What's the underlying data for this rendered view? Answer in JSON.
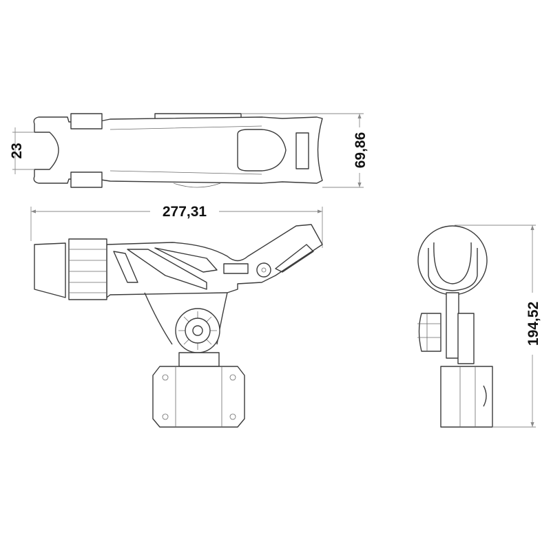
{
  "dimensions": {
    "slot_width": "23",
    "overall_width": "69,86",
    "overall_length": "277,31",
    "overall_height": "194,52"
  },
  "colors": {
    "line": "#3a3a3a",
    "dimension_line": "#8a8a8a",
    "text": "#111111"
  }
}
